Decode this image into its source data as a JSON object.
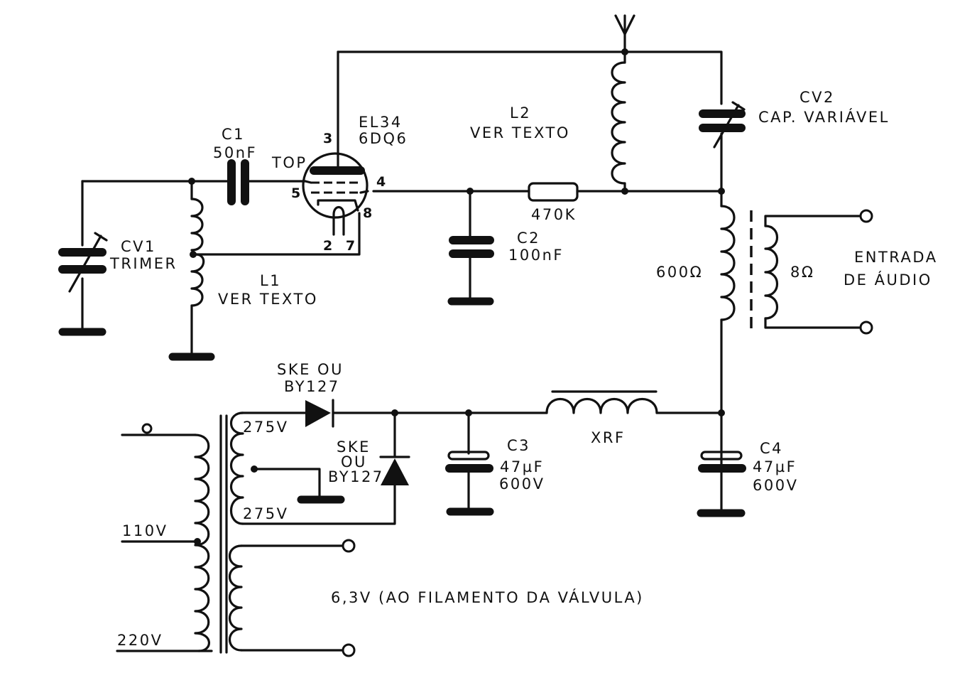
{
  "components": {
    "cv1": {
      "ref": "CV1",
      "desc": "TRIMER"
    },
    "c1": {
      "ref": "C1",
      "value": "50nF"
    },
    "tube": {
      "type1": "EL34",
      "type2": "6DQ6",
      "top_label": "TOP",
      "pin_plate": "3",
      "pin_grid": "5",
      "pin_screen": "4",
      "pin_cathode": "8",
      "pins_filament": "2 7"
    },
    "l1": {
      "ref": "L1",
      "desc": "VER TEXTO"
    },
    "l2": {
      "ref": "L2",
      "desc": "VER TEXTO"
    },
    "cv2": {
      "ref": "CV2",
      "desc": "CAP. VARIÁVEL"
    },
    "r1": {
      "value": "470K"
    },
    "c2": {
      "ref": "C2",
      "value": "100nF"
    },
    "t_out": {
      "primary": "600Ω",
      "secondary": "8Ω"
    },
    "audio_in": {
      "line1": "ENTRADA",
      "line2": "DE ÁUDIO"
    },
    "d1": {
      "line1": "SKE OU",
      "line2": "BY127"
    },
    "d2": {
      "line1": "SKE",
      "line2": "OU",
      "line3": "BY127"
    },
    "t_power": {
      "sec_top": "275V",
      "sec_bottom": "275V",
      "tap_110": "110V",
      "tap_220": "220V",
      "filament": "6,3V (AO FILAMENTO DA VÁLVULA)"
    },
    "c3": {
      "ref": "C3",
      "value": "47µF",
      "voltage": "600V"
    },
    "c4": {
      "ref": "C4",
      "value": "47µF",
      "voltage": "600V"
    },
    "xrf": {
      "ref": "XRF"
    }
  }
}
